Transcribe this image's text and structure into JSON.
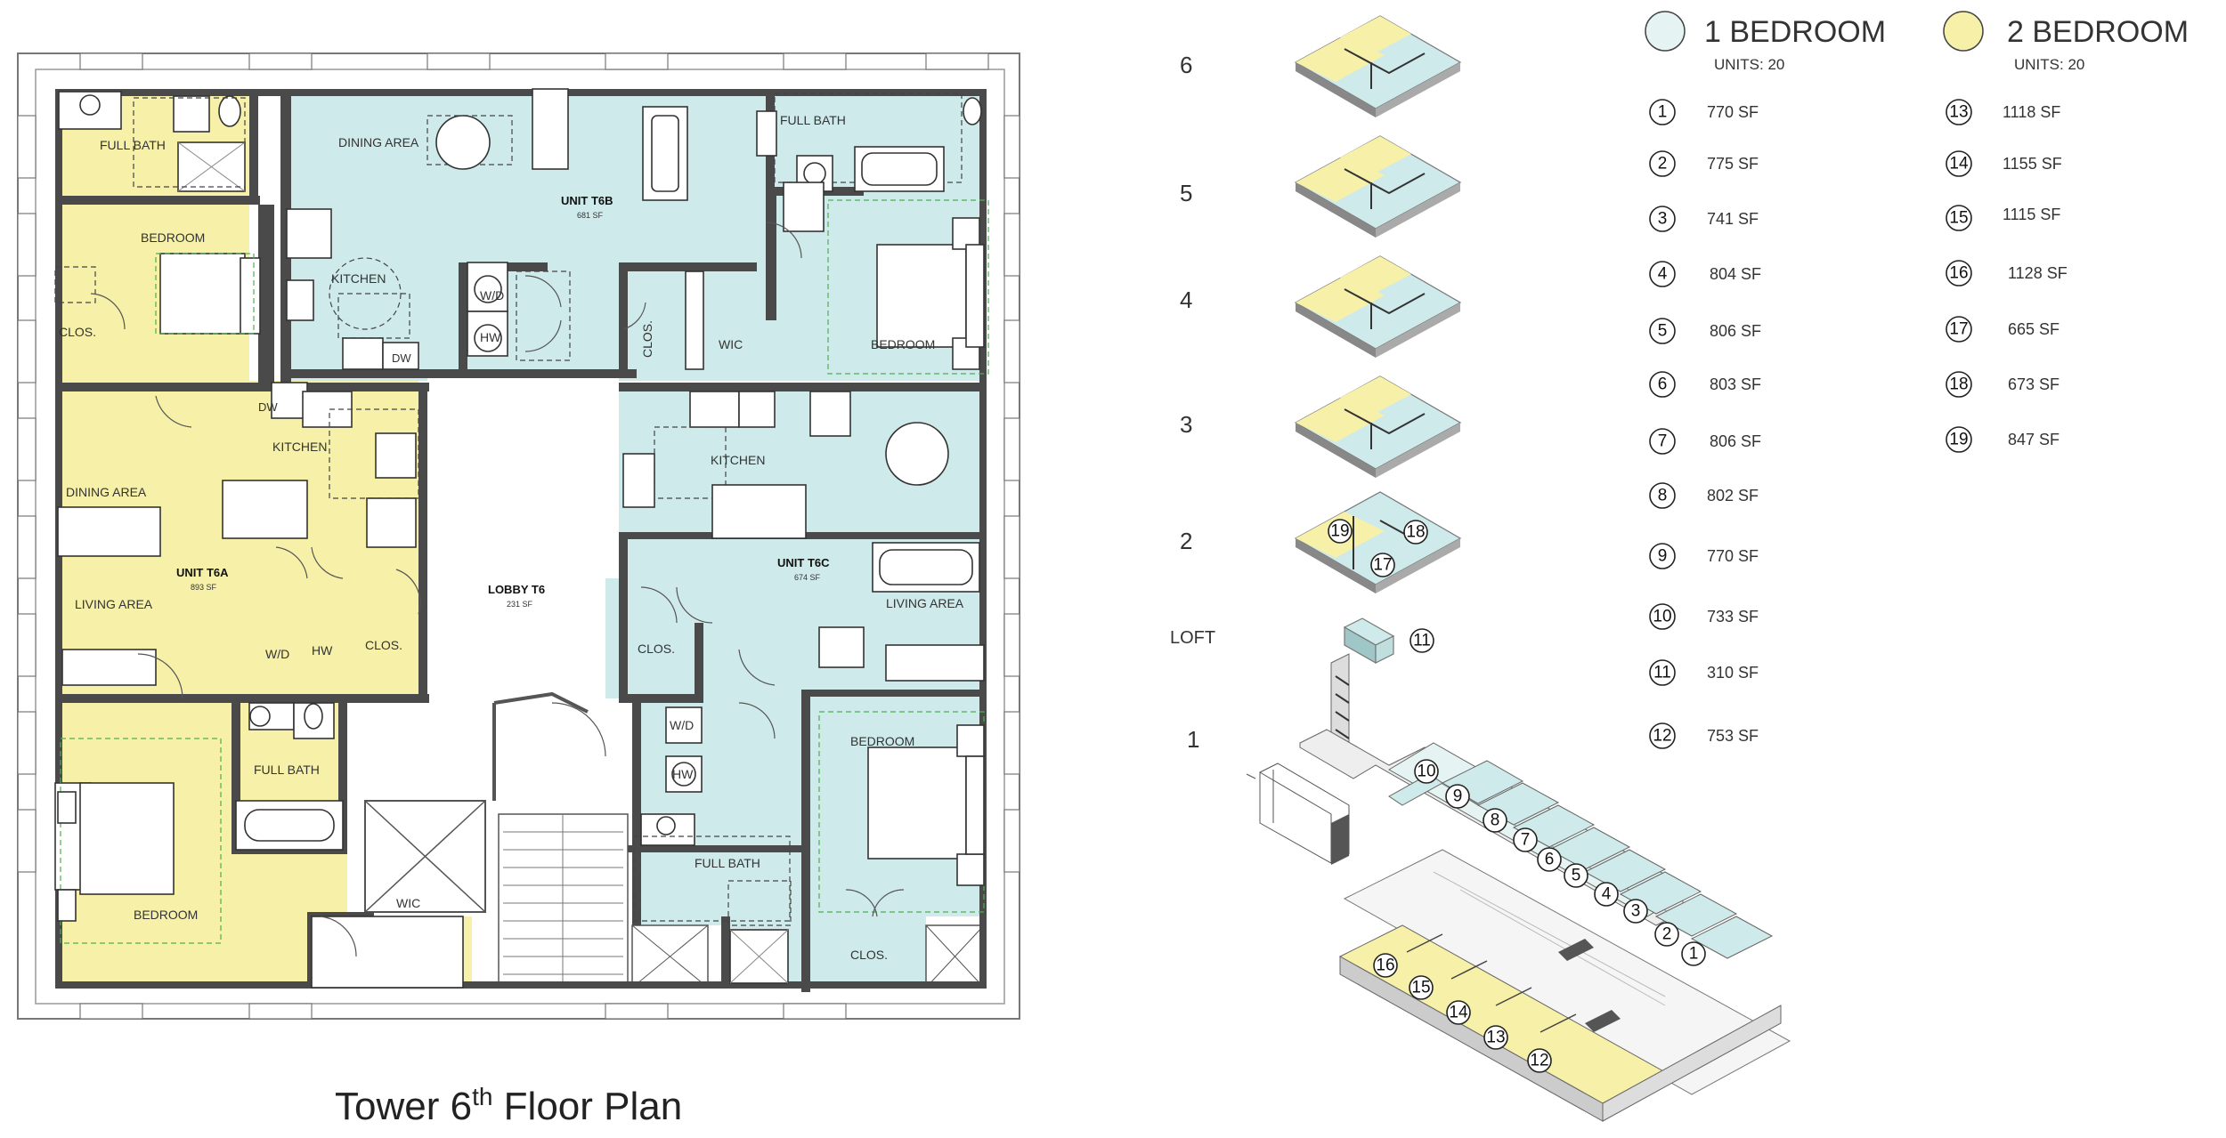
{
  "title": {
    "main": "Tower 6",
    "sup": "th",
    "rest": " Floor Plan"
  },
  "lobby": {
    "name": "LOBBY T6",
    "sf": "231 SF"
  },
  "units": {
    "t6a": {
      "name": "UNIT T6A",
      "sf": "893 SF"
    },
    "t6b": {
      "name": "UNIT T6B",
      "sf": "681 SF"
    },
    "t6c": {
      "name": "UNIT T6C",
      "sf": "674 SF"
    }
  },
  "rooms": {
    "full_bath": "FULL BATH",
    "bedroom": "BEDROOM",
    "clos": "CLOS.",
    "kitchen": "KITCHEN",
    "dining_area": "DINING AREA",
    "living_area": "LIVING AREA",
    "wd": "W/D",
    "hw": "HW",
    "dw": "DW",
    "wic": "WIC"
  },
  "colors": {
    "one_bedroom": "#cfeaea",
    "two_bedroom": "#f6f0a8",
    "wall": "#4a4a4a"
  },
  "legend": {
    "one": {
      "label": "1 BEDROOM",
      "units": "UNITS: 20"
    },
    "two": {
      "label": "2 BEDROOM",
      "units": "UNITS: 20"
    }
  },
  "floors": [
    "6",
    "5",
    "4",
    "3",
    "2",
    "LOFT",
    "1"
  ],
  "one_bed_sizes": [
    {
      "num": "1",
      "sf": "770 SF"
    },
    {
      "num": "2",
      "sf": "775 SF"
    },
    {
      "num": "3",
      "sf": "741 SF"
    },
    {
      "num": "4",
      "sf": "804 SF"
    },
    {
      "num": "5",
      "sf": "806 SF"
    },
    {
      "num": "6",
      "sf": "803 SF"
    },
    {
      "num": "7",
      "sf": "806 SF"
    },
    {
      "num": "8",
      "sf": "802 SF"
    },
    {
      "num": "9",
      "sf": "770 SF"
    },
    {
      "num": "10",
      "sf": "733 SF"
    },
    {
      "num": "11",
      "sf": "310 SF"
    },
    {
      "num": "12",
      "sf": "753 SF"
    }
  ],
  "two_bed_sizes": [
    {
      "num": "13",
      "sf": "1118 SF"
    },
    {
      "num": "14",
      "sf": "1155 SF"
    },
    {
      "num": "15",
      "sf": "1115 SF"
    },
    {
      "num": "16",
      "sf": "1128 SF"
    },
    {
      "num": "17",
      "sf": "665 SF"
    },
    {
      "num": "18",
      "sf": "673 SF"
    },
    {
      "num": "19",
      "sf": "847 SF"
    }
  ],
  "floor2_badges": [
    "19",
    "18",
    "17"
  ],
  "loft_badge": "11",
  "floor1_badges": [
    "10",
    "9",
    "8",
    "7",
    "6",
    "5",
    "4",
    "3",
    "2",
    "1",
    "16",
    "15",
    "14",
    "13",
    "12"
  ]
}
